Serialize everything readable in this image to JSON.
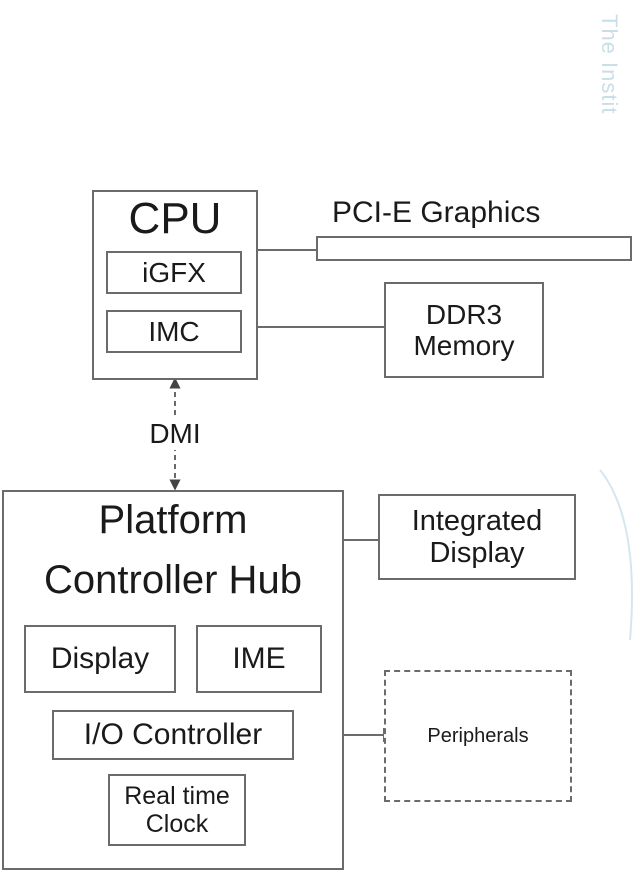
{
  "watermark": "The Instit",
  "cpu": {
    "title": "CPU",
    "igfx": "iGFX",
    "imc": "IMC"
  },
  "pcie": {
    "label": "PCI-E Graphics"
  },
  "memory": {
    "line1": "DDR3",
    "line2": "Memory"
  },
  "dmi": {
    "label": "DMI"
  },
  "pch": {
    "title_line1": "Platform",
    "title_line2": "Controller Hub",
    "display": "Display",
    "ime": "IME",
    "io": "I/O Controller",
    "rtc_line1": "Real time",
    "rtc_line2": "Clock"
  },
  "integrated_display": {
    "line1": "Integrated",
    "line2": "Display"
  },
  "peripherals": {
    "label": "Peripherals"
  },
  "colors": {
    "stroke": "#6b6b6b",
    "text": "#1a1a1a",
    "watermark": "#c9dfe8"
  }
}
